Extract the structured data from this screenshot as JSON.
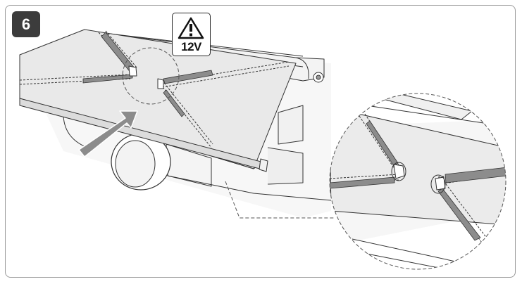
{
  "step": {
    "number": "6"
  },
  "warning": {
    "voltage": "12V",
    "symbol": "exclamation-warning-triangle"
  },
  "colors": {
    "frame": "#9a9a9a",
    "badge": "#3c3c3c",
    "awning_fabric": "#e9e9e9",
    "arm": "#8c8c8c",
    "line": "#333333",
    "callout_dash": "#555555"
  }
}
